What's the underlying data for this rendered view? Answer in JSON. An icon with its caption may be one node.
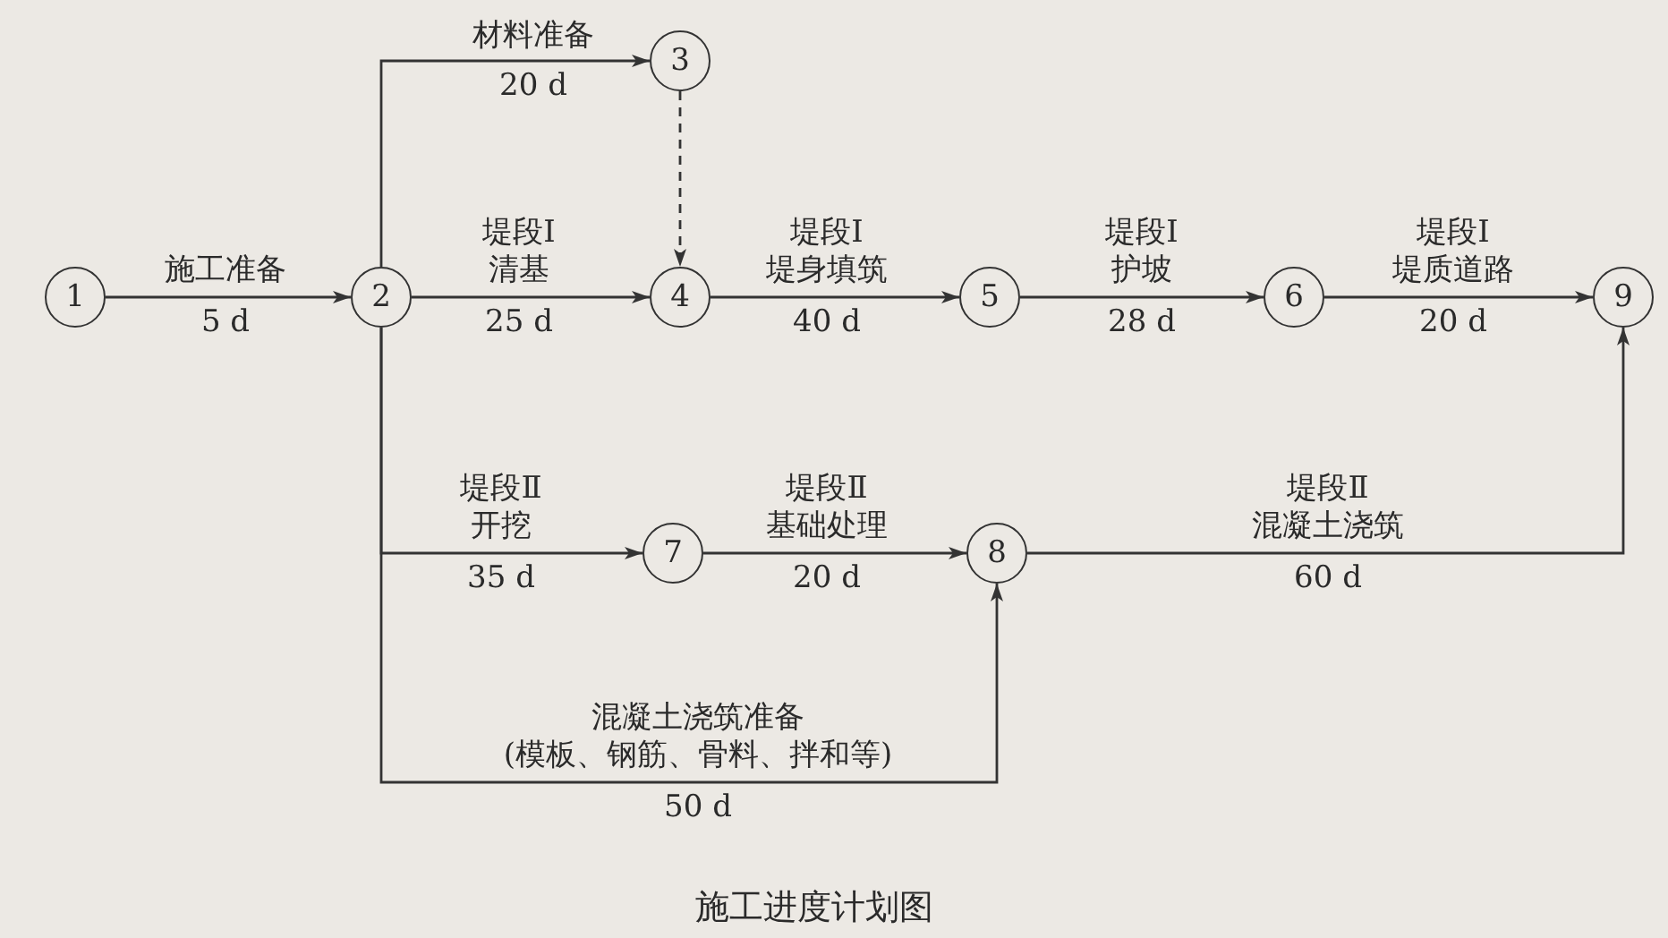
{
  "diagram": {
    "caption": "施工进度计划图",
    "nodes": [
      {
        "text": [
          "1"
        ]
      },
      {
        "text": [
          "2"
        ]
      },
      {
        "text": [
          "3"
        ]
      },
      {
        "text": [
          "4"
        ]
      },
      {
        "text": [
          "5"
        ]
      },
      {
        "text": [
          "6"
        ]
      },
      {
        "text": [
          "7"
        ]
      },
      {
        "text": [
          "8"
        ]
      },
      {
        "text": [
          "9"
        ]
      }
    ],
    "edges": [
      {
        "from": 0,
        "to": 1,
        "arrow": "to",
        "label": "施工准备"
      },
      {
        "from": 1,
        "to": 2,
        "arrow": "to",
        "label": "材料准备"
      },
      {
        "from": 1,
        "to": 3,
        "arrow": "to",
        "label": "堤段Ⅰ 清基"
      },
      {
        "from": 2,
        "to": 3,
        "arrow": "to",
        "style": "dashed"
      },
      {
        "from": 3,
        "to": 4,
        "arrow": "to",
        "label": "堤段Ⅰ 堤身填筑"
      },
      {
        "from": 4,
        "to": 5,
        "arrow": "to",
        "label": "堤段Ⅰ 护坡"
      },
      {
        "from": 5,
        "to": 8,
        "arrow": "to",
        "label": "堤段Ⅰ 堤质道路"
      },
      {
        "from": 1,
        "to": 6,
        "arrow": "to",
        "label": "堤段Ⅱ 开挖"
      },
      {
        "from": 6,
        "to": 7,
        "arrow": "to",
        "label": "堤段Ⅱ 基础处理"
      },
      {
        "from": 7,
        "to": 8,
        "arrow": "to",
        "label": "堤段Ⅱ 混凝土浇筑"
      },
      {
        "from": 1,
        "to": 7,
        "arrow": "to",
        "label": "混凝土浇筑准备 (模板、钢筋、骨料、拌和等)"
      }
    ],
    "labels": [
      "5 d",
      "20 d",
      "25 d",
      "40 d",
      "28 d",
      "20 d",
      "35 d",
      "20 d",
      "60 d",
      "50 d"
    ]
  }
}
